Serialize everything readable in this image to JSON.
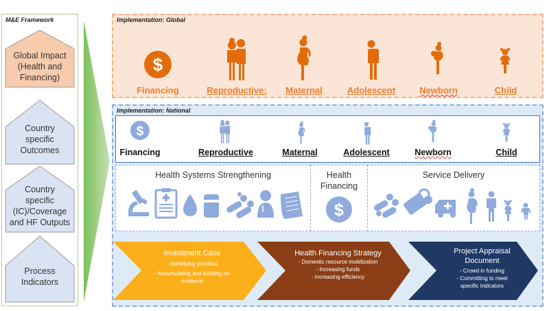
{
  "me_framework": {
    "title": "M&E Framework",
    "levels": [
      {
        "label_lines": [
          "Global Impact",
          "(Health and",
          "Financing)"
        ],
        "fill": "#f8cbad"
      },
      {
        "label_lines": [
          "Country",
          "specific",
          "Outcomes"
        ],
        "fill": "#dae3f3"
      },
      {
        "label_lines": [
          "Country",
          "specific",
          "(IC)/Coverage",
          "and HF Outputs"
        ],
        "fill": "#dae3f3"
      },
      {
        "label_lines": [
          "Process",
          "Indicators"
        ],
        "fill": "#dae3f3"
      }
    ]
  },
  "global": {
    "title": "Implementation: Global",
    "color": "#e36c0a",
    "items": [
      {
        "label": "Financing",
        "icon": "dollar-coin-icon"
      },
      {
        "label": "Reproductive:",
        "icon": "couple-icon"
      },
      {
        "label": "Maternal",
        "icon": "pregnant-woman-icon"
      },
      {
        "label": "Adolescent",
        "icon": "adolescent-icon"
      },
      {
        "label": "Newborn",
        "icon": "mother-newborn-icon"
      },
      {
        "label": "Child",
        "icon": "child-icon"
      }
    ]
  },
  "national": {
    "title": "Implementation: National",
    "color": "#8faadc",
    "items": [
      {
        "label": "Financing",
        "icon": "dollar-coin-icon"
      },
      {
        "label": "Reproductive",
        "icon": "couple-icon"
      },
      {
        "label": "Maternal",
        "icon": "pregnant-woman-icon"
      },
      {
        "label": "Adolescent",
        "icon": "adolescent-icon"
      },
      {
        "label": "Newborn",
        "icon": "mother-newborn-icon"
      },
      {
        "label": "Child",
        "icon": "child-icon"
      }
    ],
    "sections": {
      "hss": {
        "title": "Health Systems Strengthening",
        "icons": [
          "microscope-icon",
          "clipboard-icon",
          "blood-drop-icon",
          "medicine-jar-icon",
          "pills-icon",
          "doctor-icon",
          "document-icon"
        ]
      },
      "hf": {
        "title_lines": [
          "Health",
          "Financing"
        ],
        "icons": [
          "dollar-coin-icon"
        ]
      },
      "sd": {
        "title": "Service Delivery",
        "icons": [
          "pills-icon",
          "contraceptive-pack-icon",
          "ambulance-icon",
          "pregnant-woman-icon",
          "adult-icon",
          "child-icon",
          "toddler-icon"
        ]
      }
    }
  },
  "process_chevrons": [
    {
      "title_lines": [
        "Investment Case"
      ],
      "bullets": [
        "- Identifying priorities",
        "-  Accumulating and building on",
        "evidence"
      ],
      "color": "#fbb01b"
    },
    {
      "title_lines": [
        "Health Financing Strategy"
      ],
      "bullets": [
        "- Domestic resource mobilization",
        "- Increasing funds",
        "- Increasing efficiency"
      ],
      "color": "#8b3e16"
    },
    {
      "title_lines": [
        "Project Appraisal",
        "Document"
      ],
      "bullets": [
        "- Crowd in funding",
        "- Committing to meet",
        "specific indicators"
      ],
      "color": "#1f3864"
    }
  ]
}
